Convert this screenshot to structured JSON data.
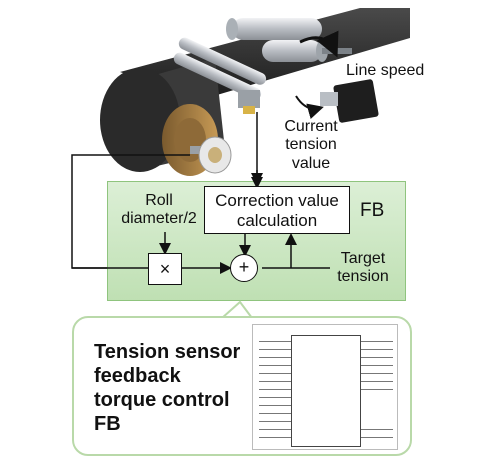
{
  "labels": {
    "line_speed": "Line speed",
    "current_tension_line1": "Current",
    "current_tension_line2": "tension",
    "current_tension_line3": "value",
    "roll_diameter_line1": "Roll",
    "roll_diameter_line2": "diameter/2",
    "correction_line1": "Correction value",
    "correction_line2": "calculation",
    "fb_tag": "FB",
    "target_line1": "Target",
    "target_line2": "tension",
    "multiply_symbol": "×",
    "plus_symbol": "+"
  },
  "callout": {
    "title_line1": "Tension sensor",
    "title_line2": "feedback",
    "title_line3": "torque control",
    "title_line4": "FB"
  },
  "colors": {
    "fb_panel": "#c6e4bb",
    "fb_border": "#8fc47e",
    "belt": "#2b2b2b",
    "roller_metal": "#c9cdd2",
    "motor": "#1e1e1e",
    "arrow": "#111111"
  }
}
